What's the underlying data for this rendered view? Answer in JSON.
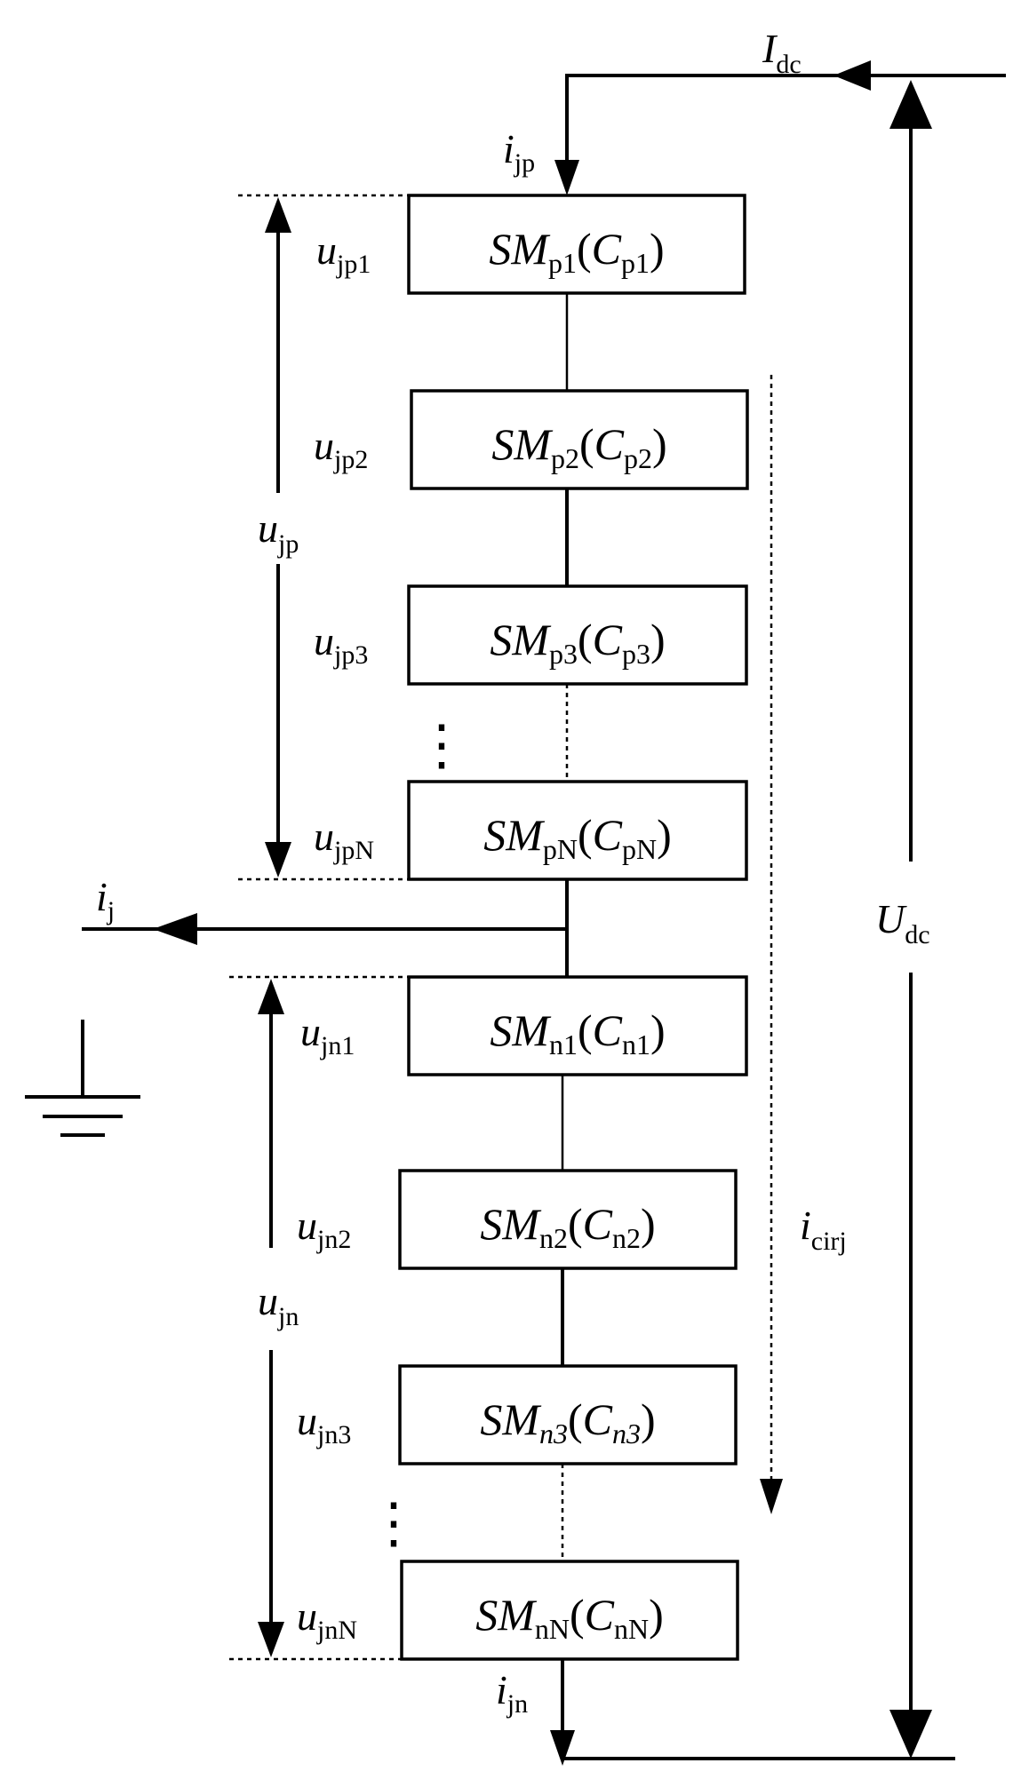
{
  "modules": [
    {
      "base": "SM",
      "sub": "p1",
      "cap": "C",
      "capsub": "p1",
      "italic_sub": false
    },
    {
      "base": "SM",
      "sub": "p2",
      "cap": "C",
      "capsub": "p2",
      "italic_sub": false
    },
    {
      "base": "SM",
      "sub": "p3",
      "cap": "C",
      "capsub": "p3",
      "italic_sub": false
    },
    {
      "base": "SM",
      "sub": "pN",
      "cap": "C",
      "capsub": "pN",
      "italic_sub": false
    },
    {
      "base": "SM",
      "sub": "n1",
      "cap": "C",
      "capsub": "n1",
      "italic_sub": false
    },
    {
      "base": "SM",
      "sub": "n2",
      "cap": "C",
      "capsub": "n2",
      "italic_sub": false
    },
    {
      "base": "SM",
      "sub": "n3",
      "cap": "C",
      "capsub": "n3",
      "italic_sub": true
    },
    {
      "base": "SM",
      "sub": "nN",
      "cap": "C",
      "capsub": "nN",
      "italic_sub": false
    }
  ],
  "module_voltages": [
    {
      "base": "u",
      "sub": "jp1"
    },
    {
      "base": "u",
      "sub": "jp2"
    },
    {
      "base": "u",
      "sub": "jp3"
    },
    {
      "base": "u",
      "sub": "jpN"
    },
    {
      "base": "u",
      "sub": "jn1"
    },
    {
      "base": "u",
      "sub": "jn2"
    },
    {
      "base": "u",
      "sub": "jn3"
    },
    {
      "base": "u",
      "sub": "jnN"
    }
  ],
  "arm_voltages": {
    "upper": {
      "base": "u",
      "sub": "jp"
    },
    "lower": {
      "base": "u",
      "sub": "jn"
    }
  },
  "currents": {
    "dc": {
      "base": "I",
      "sub": "dc"
    },
    "upper_arm": {
      "base": "i",
      "sub": "jp"
    },
    "lower_arm": {
      "base": "i",
      "sub": "jn"
    },
    "ac": {
      "base": "i",
      "sub": "j"
    },
    "circulating": {
      "base": "i",
      "sub": "cirj"
    }
  },
  "dc_voltage": {
    "base": "U",
    "sub": "dc"
  },
  "ellipsis_marks": [
    "⋮",
    "⋮"
  ]
}
